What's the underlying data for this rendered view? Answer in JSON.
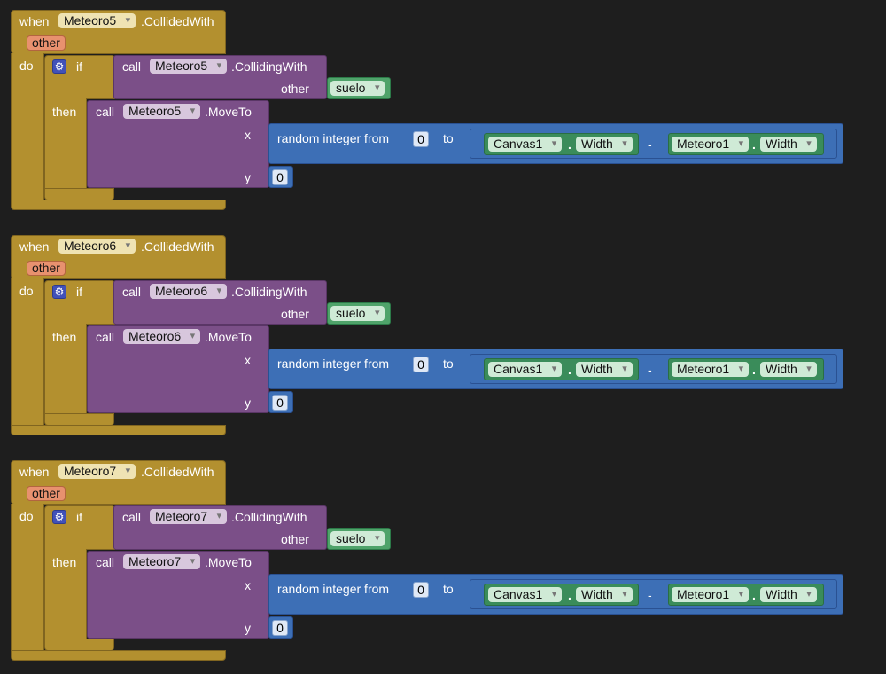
{
  "keywords": {
    "when": "when",
    "collided_with": ".CollidedWith",
    "other": "other",
    "do": "do",
    "if": "if",
    "call": "call",
    "colliding_with": ".CollidingWith",
    "then": "then",
    "move_to": ".MoveTo",
    "x": "x",
    "y": "y",
    "random_integer_from": "random integer from",
    "to": "to",
    "dot": ".",
    "minus": "-"
  },
  "icons": {
    "gear": "gear-icon",
    "dropdown": "chevron-down-icon"
  },
  "colors": {
    "event": "#b3902f",
    "procedure": "#7b4f88",
    "math": "#3d6fb6",
    "component": "#4fa36a",
    "parameter": "#e8916f",
    "background": "#1e1e1e"
  },
  "blocks": [
    {
      "component": "Meteoro5",
      "param": "other",
      "collide_target": "suelo",
      "move_component": "Meteoro5",
      "random_from": "0",
      "canvas": "Canvas1",
      "canvas_prop": "Width",
      "sub_component": "Meteoro1",
      "sub_prop": "Width",
      "y_value": "0"
    },
    {
      "component": "Meteoro6",
      "param": "other",
      "collide_target": "suelo",
      "move_component": "Meteoro6",
      "random_from": "0",
      "canvas": "Canvas1",
      "canvas_prop": "Width",
      "sub_component": "Meteoro1",
      "sub_prop": "Width",
      "y_value": "0"
    },
    {
      "component": "Meteoro7",
      "param": "other",
      "collide_target": "suelo",
      "move_component": "Meteoro7",
      "random_from": "0",
      "canvas": "Canvas1",
      "canvas_prop": "Width",
      "sub_component": "Meteoro1",
      "sub_prop": "Width",
      "y_value": "0"
    }
  ]
}
